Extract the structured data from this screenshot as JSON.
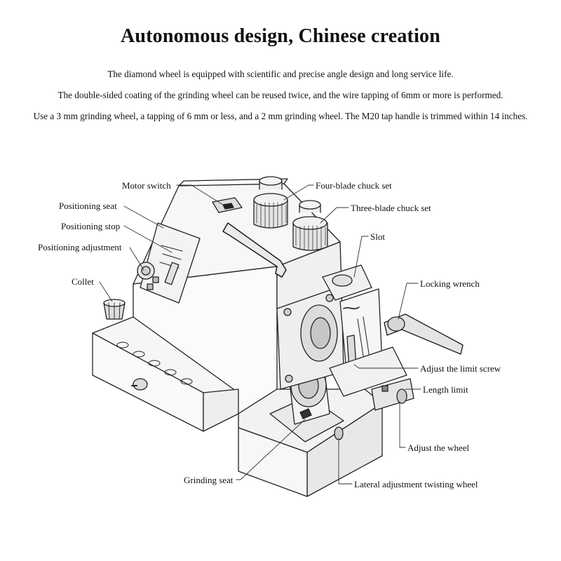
{
  "header": {
    "title": "Autonomous design, Chinese creation",
    "lines": [
      "The diamond wheel is equipped with scientific and precise angle design and long service life.",
      "The double-sided coating of the grinding wheel can be reused twice, and the wire tapping of 6mm or more is performed.",
      "Use a 3 mm grinding wheel, a tapping of 6 mm or less, and a 2 mm grinding wheel. The M20 tap handle is trimmed within 14 inches."
    ]
  },
  "labels": {
    "motor_switch": "Motor switch",
    "positioning_seat": "Positioning seat",
    "positioning_stop": "Positioning stop",
    "positioning_adjustment": "Positioning adjustment",
    "collet": "Collet",
    "four_blade": "Four-blade chuck set",
    "three_blade": "Three-blade chuck set",
    "slot": "Slot",
    "locking_wrench": "Locking wrench",
    "adjust_limit_screw": "Adjust the limit screw",
    "length_limit": "Length limit",
    "adjust_wheel": "Adjust the wheel",
    "grinding_seat": "Grinding seat",
    "lateral_wheel": "Lateral adjustment twisting wheel"
  }
}
